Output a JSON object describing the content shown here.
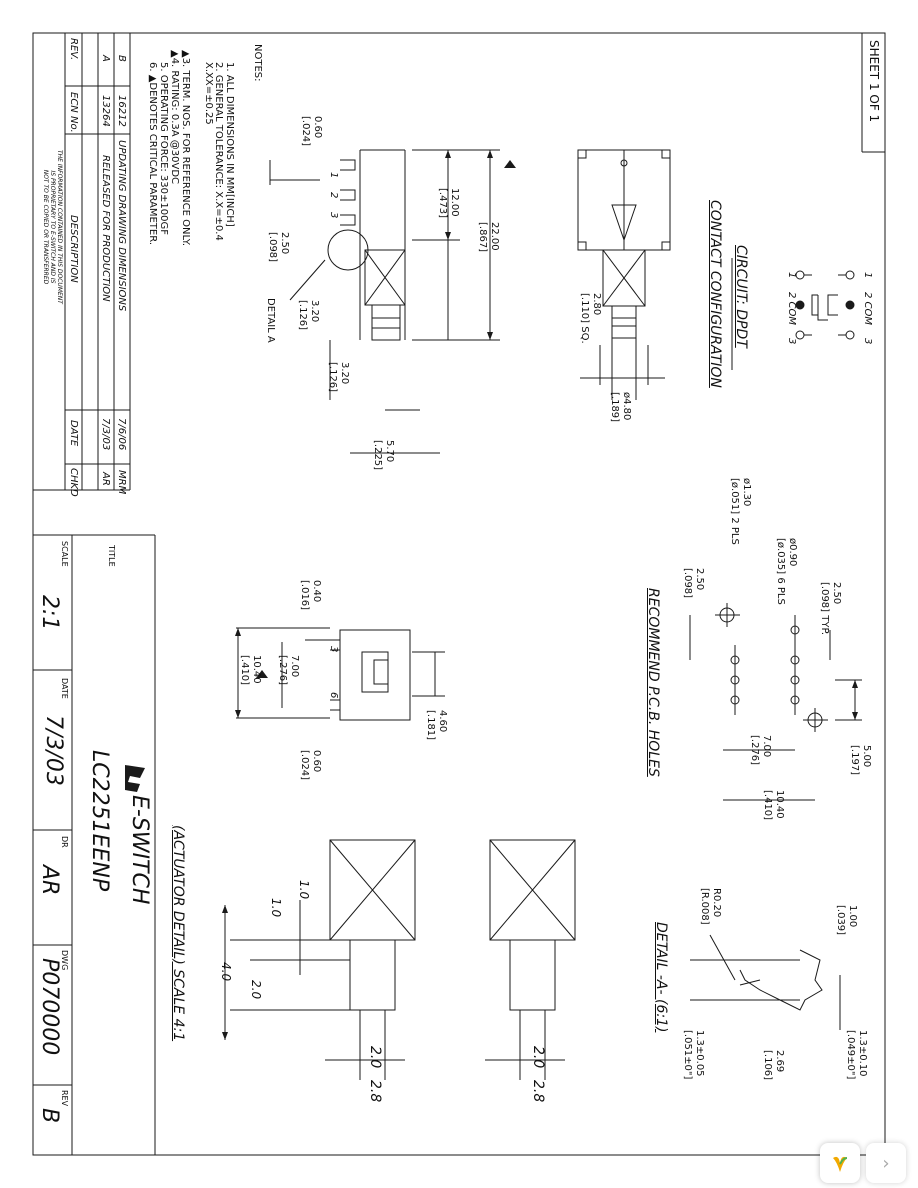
{
  "sheet": "SHEET 1 OF 1",
  "notes": {
    "heading": "NOTES:",
    "lines": [
      "1. ALL DIMENSIONS IN MM[INCH]",
      "2. GENERAL TOLERANCE: X.X=±0.4",
      "                      X.XX=±0.25",
      "▲3. TERM. NOS. FOR REFERENCE ONLY.",
      "▲4. RATING: 0.3A @30VDC",
      "5. OPERATING FORCE: 330±100GF",
      "6. ▲DENOTES CRITICAL PARAMETER."
    ]
  },
  "revisions": {
    "header": {
      "rev": "REV.",
      "ecn": "ECN No.",
      "desc": "DESCRIPTION",
      "date": "DATE",
      "chkd": "CHKD"
    },
    "rows": [
      {
        "rev": "B",
        "ecn": "16212",
        "desc": "UPDATING DRAWING DIMENSIONS",
        "date": "7/6/06",
        "chkd": "MRM"
      },
      {
        "rev": "A",
        "ecn": "13264",
        "desc": "RELEASED FOR PRODUCTION",
        "date": "7/3/03",
        "chkd": "AR"
      }
    ],
    "proprietary": "THE INFORMATION CONTAINED IN THIS DOCUMENT\nIS PROPRIETARY TO E-SWITCH AND IS\nNOT TO BE COPIED OR TRANSFERRED"
  },
  "title_block": {
    "title_label": "TITLE",
    "logo_text": "E-SWITCH",
    "part_number": "LC2251EENP",
    "scale_label": "SCALE",
    "scale": "2:1",
    "date_label": "DATE",
    "date": "7/3/03",
    "dr_label": "DR",
    "dr": "AR",
    "dwg_label": "DWG",
    "dwg": "P070000",
    "rev_label": "REV",
    "rev": "B"
  },
  "contact_config": {
    "title": "CONTACT CONFIGURATION",
    "circuit": "CIRCUIT: DPDT",
    "labels": [
      "1",
      "2 COM",
      "3"
    ]
  },
  "pcb": {
    "title": "RECOMMEND P.C.B. HOLES",
    "dims": [
      "2.50\n[.098] TYP.",
      "ø0.90\n[ø.035] 6 PLS",
      "ø1.30\n[ø.051] 2 PLS",
      "2.50\n[.098]",
      "5.00\n[.197]",
      "7.00\n[.276]",
      "10.40\n[.410]"
    ]
  },
  "detail_a": {
    "title": "DETAIL -A- (6:1)",
    "dims": [
      "1.00\n[.039]",
      "R0.20\n[R.008]",
      "1.3±0.10\n[.049±0\"]",
      "2.69\n[.106]",
      "1.3±0.05\n[.051±0\"]"
    ]
  },
  "actuator": {
    "title": "(ACTUATOR DETAIL) SCALE 4:1",
    "dims": [
      "1.0",
      "1.0",
      "4.0",
      "2.0",
      "2.0",
      "2.8",
      "2.0",
      "2.8"
    ]
  },
  "top_view": {
    "dims": [
      "ø4.80\n[.189]",
      "2.80\n[.110] SQ."
    ]
  },
  "side_view": {
    "dims": [
      "0.60\n[.024]",
      "12.00\n[.473]",
      "22.00\n[.867]",
      "2.50\n[.098]",
      "3.20\n[.126]",
      "3.20\n[.126]",
      "5.70\n[.225]",
      "DETAIL A"
    ],
    "term_nos": [
      "1",
      "2",
      "3"
    ]
  },
  "end_view": {
    "dims": [
      "0.40\n[.016]",
      "7.00\n[.276]",
      "10.40\n[.410]",
      "4.60\n[.181]",
      "0.60\n[.024]"
    ],
    "term_nos": [
      "3",
      "6"
    ]
  },
  "colors": {
    "line": "#1a1a1a",
    "paper": "#ffffff",
    "viewer_accent": "#f2a900"
  }
}
